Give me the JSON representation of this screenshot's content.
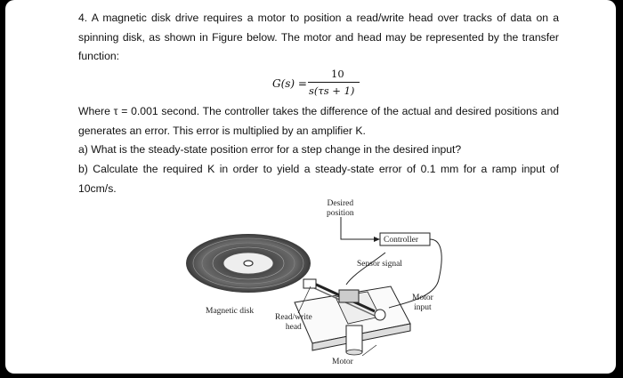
{
  "problem": {
    "intro": "4. A magnetic disk drive requires a motor to position a read/write head over tracks of data on a spinning disk, as shown in Figure below. The motor and head may be represented by the transfer function:",
    "equation": {
      "lhs": "G(s) =",
      "numerator": "10",
      "denominator": "s(τs + 1)"
    },
    "context": "Where τ = 0.001 second. The controller takes the difference of the actual and desired positions and generates an error. This error is multiplied by an amplifier K.",
    "part_a": "a) What is the steady-state position error for a step change in the desired input?",
    "part_b": "b) Calculate the required K in order to yield a steady-state error of 0.1 mm for a ramp input of 10cm/s."
  },
  "figure": {
    "labels": {
      "desired": "Desired",
      "position": "position",
      "controller": "Controller",
      "sensor_signal": "Sensor signal",
      "motor_input_1": "Motor",
      "motor_input_2": "input",
      "magnetic_disk": "Magnetic disk",
      "read_write_1": "Read/write",
      "read_write_2": "head",
      "motor": "Motor"
    }
  }
}
